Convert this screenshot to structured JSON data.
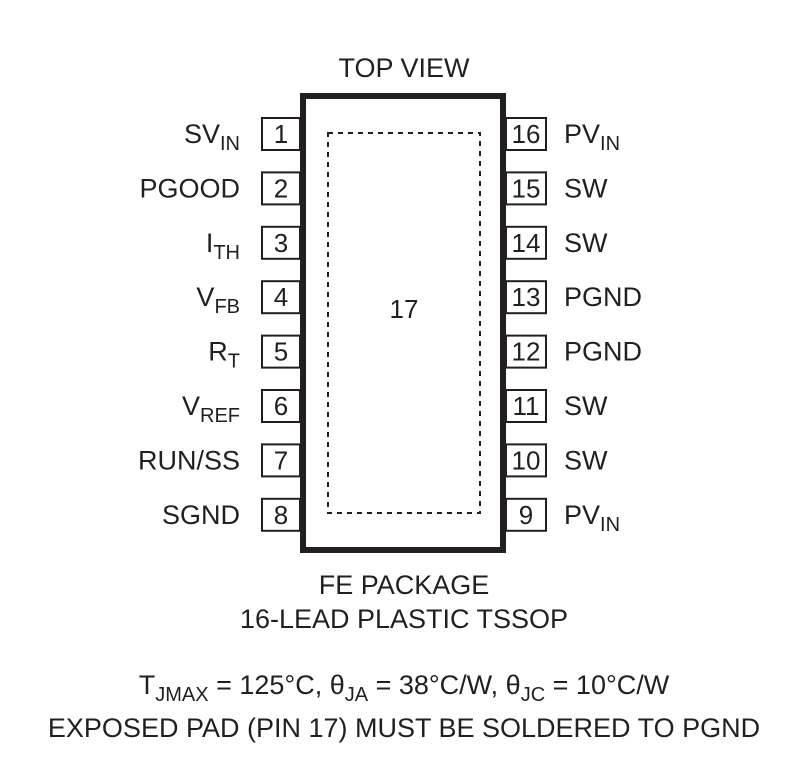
{
  "title": "TOP VIEW",
  "exposed_pad_number": "17",
  "left_pins": [
    {
      "number": "1",
      "name": "SV",
      "sub": "IN"
    },
    {
      "number": "2",
      "name": "PGOOD",
      "sub": ""
    },
    {
      "number": "3",
      "name": "I",
      "sub": "TH"
    },
    {
      "number": "4",
      "name": "V",
      "sub": "FB"
    },
    {
      "number": "5",
      "name": "R",
      "sub": "T"
    },
    {
      "number": "6",
      "name": "V",
      "sub": "REF"
    },
    {
      "number": "7",
      "name": "RUN/SS",
      "sub": ""
    },
    {
      "number": "8",
      "name": "SGND",
      "sub": ""
    }
  ],
  "right_pins": [
    {
      "number": "16",
      "name": "PV",
      "sub": "IN"
    },
    {
      "number": "15",
      "name": "SW",
      "sub": ""
    },
    {
      "number": "14",
      "name": "SW",
      "sub": ""
    },
    {
      "number": "13",
      "name": "PGND",
      "sub": ""
    },
    {
      "number": "12",
      "name": "PGND",
      "sub": ""
    },
    {
      "number": "11",
      "name": "SW",
      "sub": ""
    },
    {
      "number": "10",
      "name": "SW",
      "sub": ""
    },
    {
      "number": "9",
      "name": "PV",
      "sub": "IN"
    }
  ],
  "package_name": "FE PACKAGE",
  "package_desc": "16-LEAD PLASTIC TSSOP",
  "thermal": [
    {
      "text": "T",
      "sub": false
    },
    {
      "text": "JMAX",
      "sub": true
    },
    {
      "text": " = 125°C, θ",
      "sub": false
    },
    {
      "text": "JA",
      "sub": true
    },
    {
      "text": " = 38°C/W, θ",
      "sub": false
    },
    {
      "text": "JC",
      "sub": true
    },
    {
      "text": " = 10°C/W",
      "sub": false
    }
  ],
  "note": "EXPOSED PAD (PIN 17) MUST BE SOLDERED TO PGND",
  "colors": {
    "ink": "#231f20",
    "background": "#ffffff"
  }
}
